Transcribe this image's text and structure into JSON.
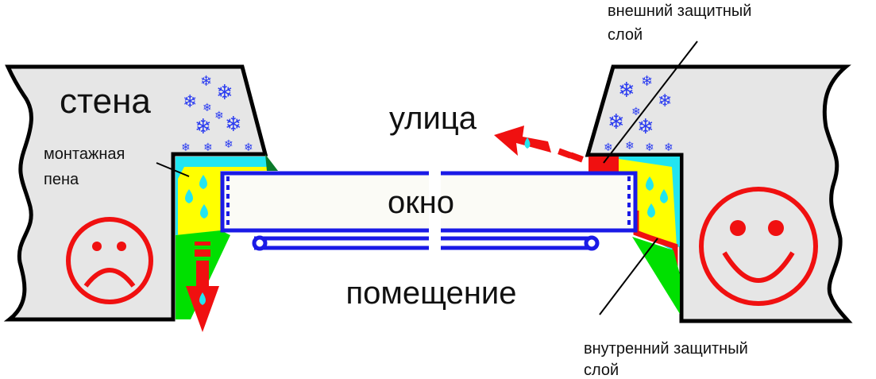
{
  "labels": {
    "wall": "стена",
    "foam_line1": "монтажная",
    "foam_line2": "пена",
    "street": "улица",
    "window": "окно",
    "room": "помещение",
    "outer_layer_line1": "внешний защитный",
    "outer_layer_line2": "слой",
    "inner_layer_line1": "внутренний защитный",
    "inner_layer_line2": "слой"
  },
  "icons": {
    "snowflake": "❄",
    "sad_face": "sad-face-icon",
    "happy_face": "happy-face-icon"
  },
  "colors": {
    "wall": "#e6e6e6",
    "foam": "#ffff00",
    "cyan": "#22e5f0",
    "green": "#00e000",
    "red": "#f01010",
    "blue": "#1a1ae6"
  }
}
